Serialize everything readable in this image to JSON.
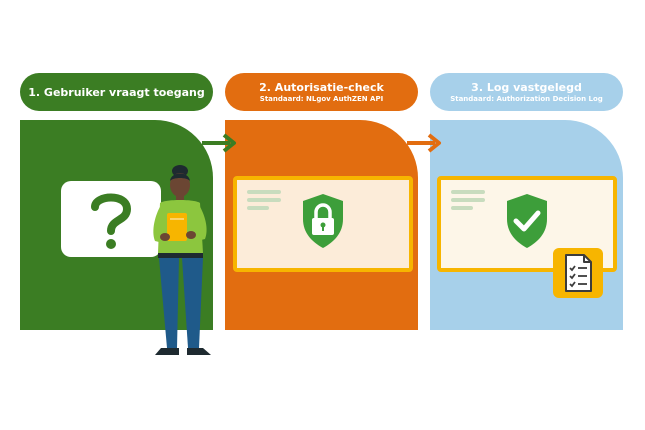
{
  "steps": [
    {
      "title": "1. Gebruiker vraagt toegang",
      "subtitle": ""
    },
    {
      "title": "2. Autorisatie-check",
      "subtitle": "Standaard: NLgov AuthZEN API"
    },
    {
      "title": "3. Log vastgelegd",
      "subtitle": "Standaard: Authorization Decision Log"
    }
  ],
  "colors": {
    "green": "#3b7d23",
    "orange": "#e26d10",
    "blue": "#a7d0ea",
    "yellow": "#f7b500",
    "shield": "#3d9e3a"
  },
  "icons": [
    "question-mark-icon",
    "lock-shield-icon",
    "check-shield-icon",
    "checklist-document-icon",
    "arrow-right-icon"
  ]
}
